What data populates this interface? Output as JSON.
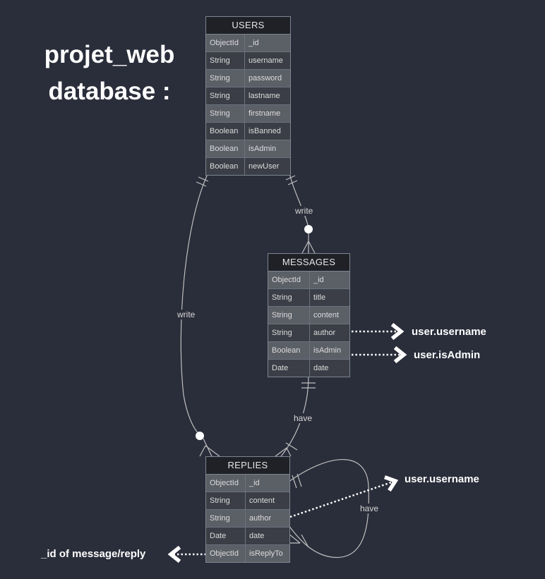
{
  "title": {
    "line1": "projet_web",
    "line2": "database :"
  },
  "entities": {
    "users": {
      "name": "USERS",
      "fields": [
        {
          "type": "ObjectId",
          "name": "_id"
        },
        {
          "type": "String",
          "name": "username"
        },
        {
          "type": "String",
          "name": "password"
        },
        {
          "type": "String",
          "name": "lastname"
        },
        {
          "type": "String",
          "name": "firstname"
        },
        {
          "type": "Boolean",
          "name": "isBanned"
        },
        {
          "type": "Boolean",
          "name": "isAdmin"
        },
        {
          "type": "Boolean",
          "name": "newUser"
        }
      ]
    },
    "messages": {
      "name": "MESSAGES",
      "fields": [
        {
          "type": "ObjectId",
          "name": "_id"
        },
        {
          "type": "String",
          "name": "title"
        },
        {
          "type": "String",
          "name": "content"
        },
        {
          "type": "String",
          "name": "author"
        },
        {
          "type": "Boolean",
          "name": "isAdmin"
        },
        {
          "type": "Date",
          "name": "date"
        }
      ]
    },
    "replies": {
      "name": "REPLIES",
      "fields": [
        {
          "type": "ObjectId",
          "name": "_id"
        },
        {
          "type": "String",
          "name": "content"
        },
        {
          "type": "String",
          "name": "author"
        },
        {
          "type": "Date",
          "name": "date"
        },
        {
          "type": "ObjectId",
          "name": "isReplyTo"
        }
      ]
    }
  },
  "relations": {
    "users_messages": "write",
    "users_replies": "write",
    "messages_replies": "have",
    "replies_replies": "have"
  },
  "annotations": {
    "messages_author": "user.username",
    "messages_isadmin": "user.isAdmin",
    "replies_author": "user.username",
    "replies_isreplyto": "_id of message/reply"
  }
}
